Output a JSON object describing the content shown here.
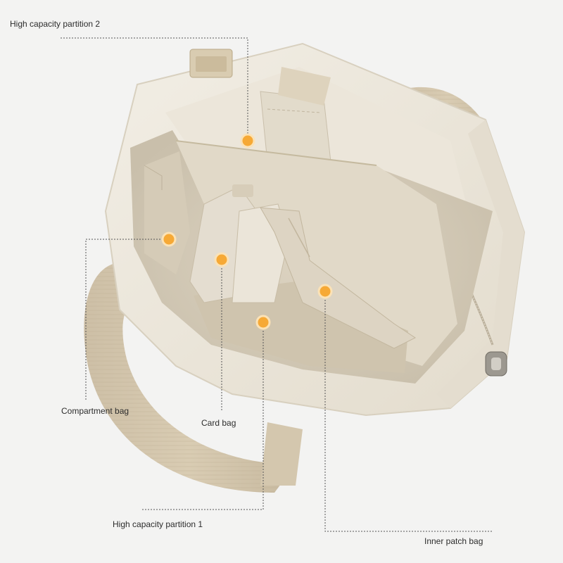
{
  "callouts": [
    {
      "id": "high-capacity-partition-2",
      "label": "High capacity partition 2"
    },
    {
      "id": "compartment-bag",
      "label": "Compartment bag"
    },
    {
      "id": "card-bag",
      "label": "Card bag"
    },
    {
      "id": "high-capacity-partition-1",
      "label": "High capacity partition 1"
    },
    {
      "id": "inner-patch-bag",
      "label": "Inner patch bag"
    }
  ],
  "colors": {
    "background": "#f3f3f2",
    "canvas": "#e7e0d2",
    "marker_dot": "#f6a936",
    "leader_line": "#555555"
  }
}
